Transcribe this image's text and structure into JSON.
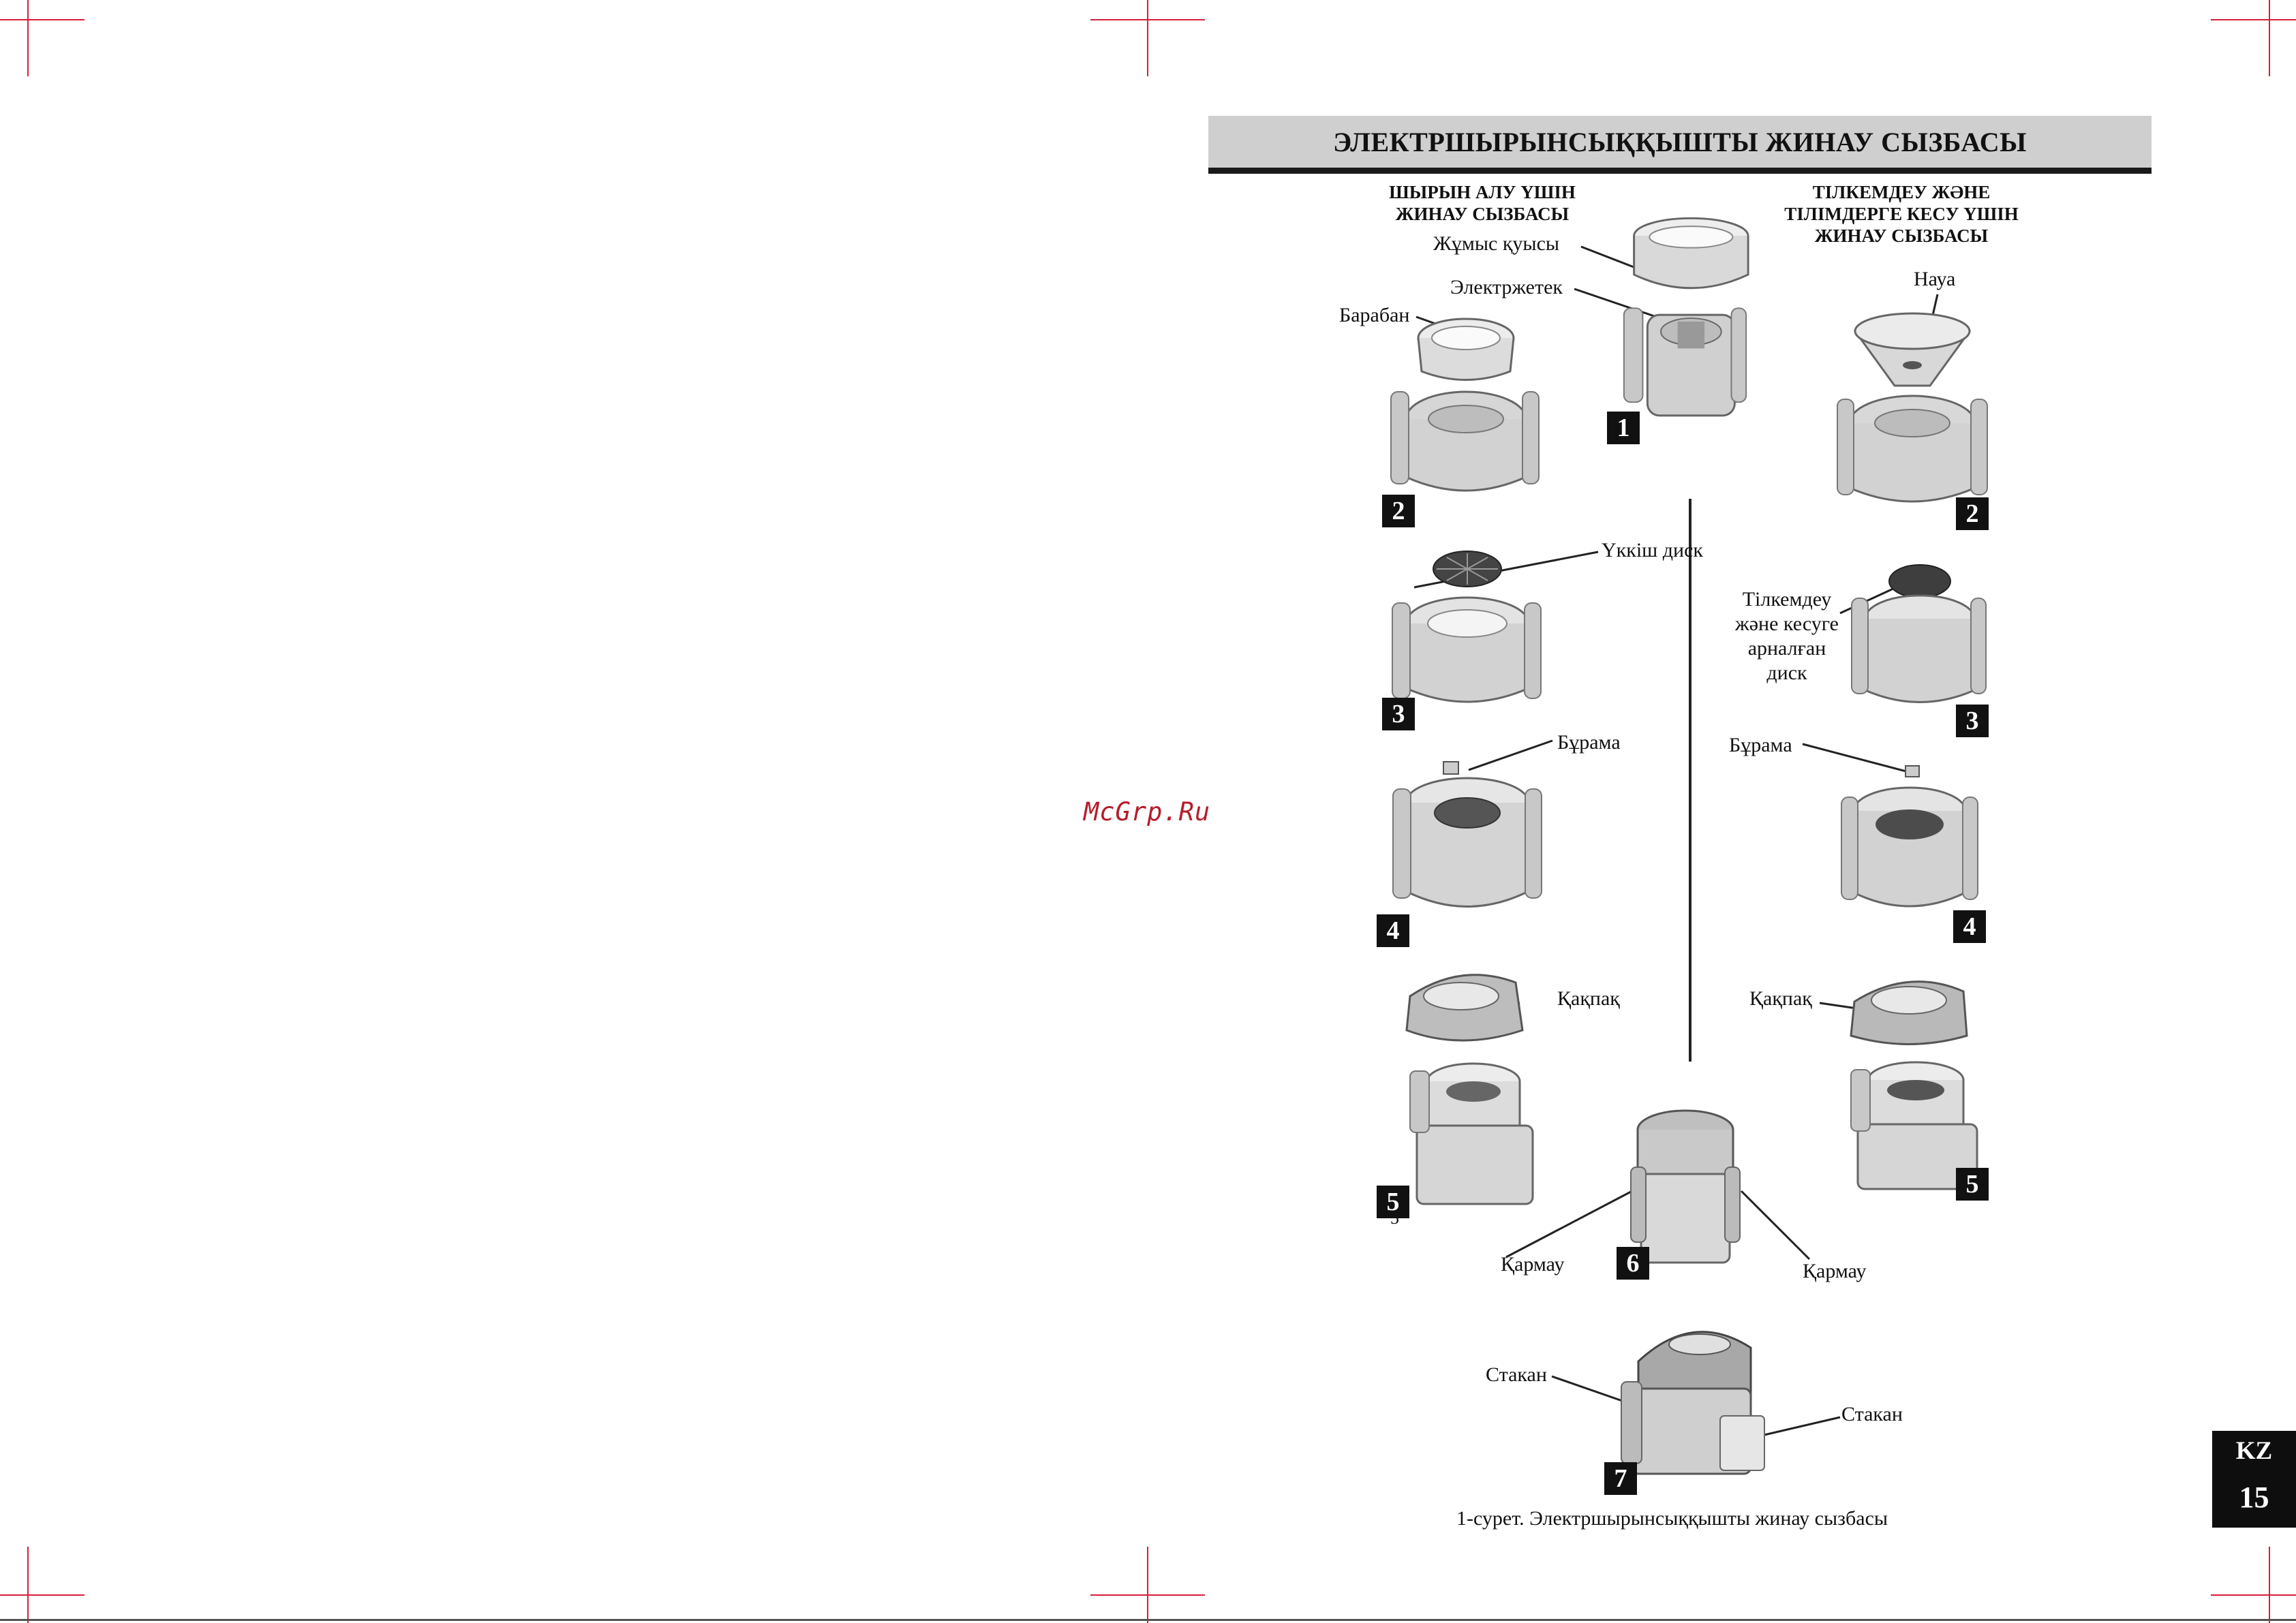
{
  "header": {
    "title": "ЭЛЕКТРШЫРЫНСЫҚҚЫШТЫ ЖИНАУ СЫЗБАСЫ"
  },
  "left_column": {
    "title_line1": "ШЫРЫН АЛУ ҮШІН",
    "title_line2": "ЖИНАУ СЫЗБАСЫ",
    "labels": {
      "work_cavity": "Жұмыс қуысы",
      "motor": "Электржетек",
      "drum": "Барабан",
      "grater_disc": "Үккіш диск",
      "twist": "Бұрама",
      "lid": "Қақпақ"
    }
  },
  "right_column": {
    "title_line1": "ТІЛКЕМДЕУ ЖӘНЕ",
    "title_line2": "ТІЛІМДЕРГЕ КЕСУ ҮШІН",
    "title_line3": "ЖИНАУ СЫЗБАСЫ",
    "labels": {
      "funnel": "Науа",
      "slice_disc": "Тілкемдеу және кесуге арналған диск",
      "twist": "Бұрама",
      "lid": "Қақпақ"
    }
  },
  "center": {
    "clamp_left": "Қармау",
    "clamp_right": "Қармау",
    "glass_left": "Стакан",
    "glass_right": "Стакан",
    "stray_digit": "5"
  },
  "steps": {
    "s1": "1",
    "l2": "2",
    "l3": "3",
    "l4": "4",
    "l5": "5",
    "r2": "2",
    "r3": "3",
    "r4": "4",
    "r5": "5",
    "s6": "6",
    "s7": "7"
  },
  "caption": "1-сурет. Электршырынсыққышты жинау сызбасы",
  "watermark": "McGrp.Ru",
  "page_tab": {
    "lang": "KZ",
    "page": "15"
  },
  "colors": {
    "crop_marks": "#d81f3a",
    "watermark": "#b51c2b",
    "tab_bg": "#0e0e0e"
  }
}
